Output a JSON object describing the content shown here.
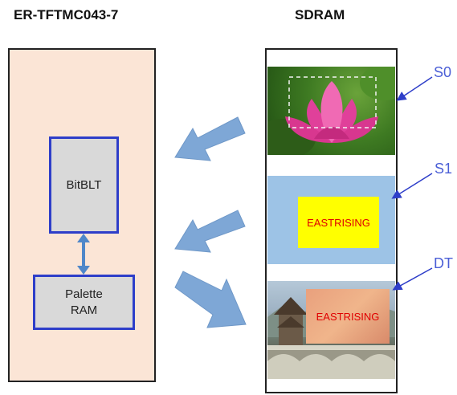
{
  "titles": {
    "left": "ER-TFTMC043-7",
    "right": "SDRAM"
  },
  "blocks": {
    "bitblt": "BitBLT",
    "palette_line1": "Palette",
    "palette_line2": "RAM"
  },
  "sdram": {
    "s1_text": "EASTRISING",
    "dt_text": "EASTRISING"
  },
  "labels": {
    "s0": "S0",
    "s1": "S1",
    "dt": "DT"
  },
  "colors": {
    "panel_bg": "#fbe5d6",
    "block_border": "#2e3ec9",
    "block_fill": "#d9d9d9",
    "arrow_fill": "#7ea7d6",
    "label_blue": "#4a5ed6",
    "s1_bg": "#9dc3e6",
    "highlight_yellow": "#ffff00",
    "text_red": "#e00000"
  }
}
